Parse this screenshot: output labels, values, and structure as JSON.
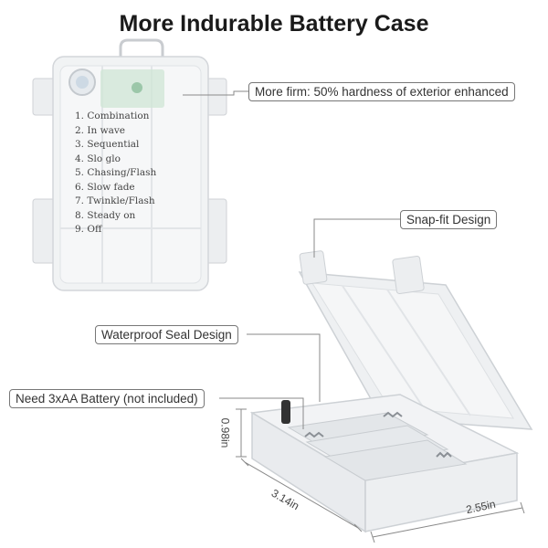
{
  "title": "More Indurable Battery Case",
  "callouts": {
    "firm": "More firm: 50% hardness of exterior enhanced",
    "snap": "Snap-fit Design",
    "seal": "Waterproof Seal Design",
    "battery": "Need 3xAA Battery (not included)"
  },
  "modes": [
    "1. Combination",
    "2. In wave",
    "3. Sequential",
    "4. Slo glo",
    "5. Chasing/Flash",
    "6. Slow fade",
    "7. Twinkle/Flash",
    "8. Steady on",
    "9. Off"
  ],
  "dimensions": {
    "height": "0.98in",
    "length": "3.14in",
    "width": "2.55in"
  }
}
